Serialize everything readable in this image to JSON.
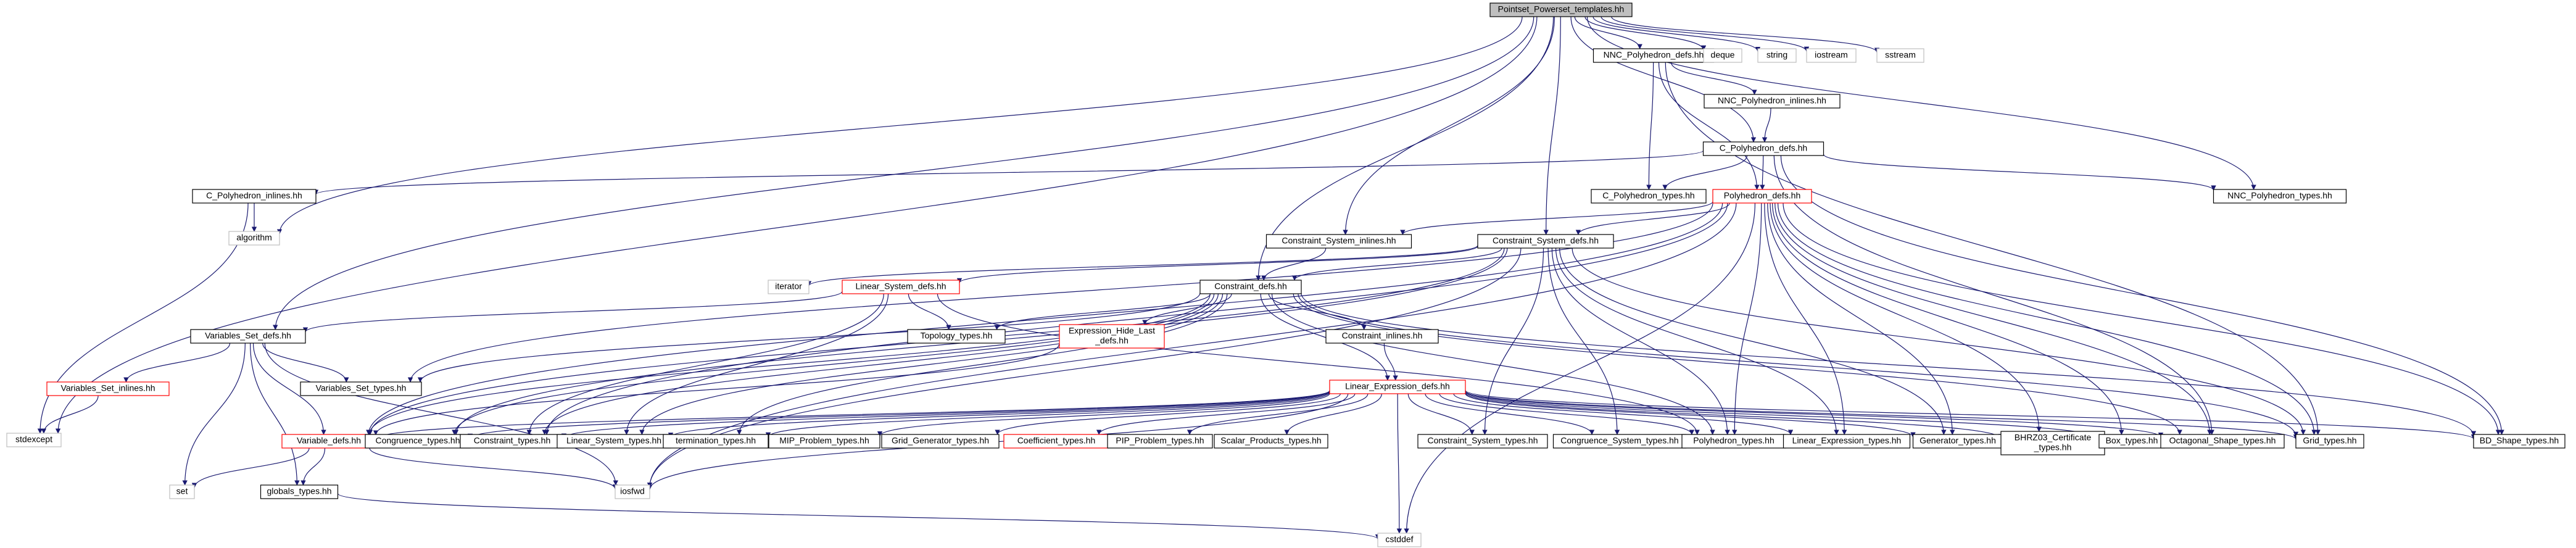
{
  "graph": {
    "nodes": [
      {
        "id": "root",
        "label": "Pointset_Powerset_templates.hh",
        "style": "root"
      },
      {
        "id": "nnc_poly_defs",
        "label": "NNC_Polyhedron_defs.hh",
        "style": "black"
      },
      {
        "id": "deque",
        "label": "deque",
        "style": "grey"
      },
      {
        "id": "string",
        "label": "string",
        "style": "grey"
      },
      {
        "id": "iostream",
        "label": "iostream",
        "style": "grey"
      },
      {
        "id": "sstream",
        "label": "sstream",
        "style": "grey"
      },
      {
        "id": "nnc_poly_inlines",
        "label": "NNC_Polyhedron_inlines.hh",
        "style": "black"
      },
      {
        "id": "c_poly_defs",
        "label": "C_Polyhedron_defs.hh",
        "style": "black"
      },
      {
        "id": "c_poly_inlines",
        "label": "C_Polyhedron_inlines.hh",
        "style": "black"
      },
      {
        "id": "algorithm",
        "label": "algorithm",
        "style": "grey"
      },
      {
        "id": "c_poly_types",
        "label": "C_Polyhedron_types.hh",
        "style": "black"
      },
      {
        "id": "poly_defs",
        "label": "Polyhedron_defs.hh",
        "style": "red"
      },
      {
        "id": "nnc_poly_types",
        "label": "NNC_Polyhedron_types.hh",
        "style": "black"
      },
      {
        "id": "cs_inlines",
        "label": "Constraint_System_inlines.hh",
        "style": "black"
      },
      {
        "id": "cs_defs",
        "label": "Constraint_System_defs.hh",
        "style": "black"
      },
      {
        "id": "iterator",
        "label": "iterator",
        "style": "grey"
      },
      {
        "id": "ls_defs",
        "label": "Linear_System_defs.hh",
        "style": "red"
      },
      {
        "id": "constraint_defs",
        "label": "Constraint_defs.hh",
        "style": "black"
      },
      {
        "id": "vs_defs",
        "label": "Variables_Set_defs.hh",
        "style": "black"
      },
      {
        "id": "topology_types",
        "label": "Topology_types.hh",
        "style": "black"
      },
      {
        "id": "expr_hide_last",
        "label": "Expression_Hide_Last\n_defs.hh",
        "style": "red"
      },
      {
        "id": "constraint_inlines",
        "label": "Constraint_inlines.hh",
        "style": "black"
      },
      {
        "id": "vs_inlines",
        "label": "Variables_Set_inlines.hh",
        "style": "red"
      },
      {
        "id": "vs_types",
        "label": "Variables_Set_types.hh",
        "style": "black"
      },
      {
        "id": "le_defs",
        "label": "Linear_Expression_defs.hh",
        "style": "red"
      },
      {
        "id": "stdexcept",
        "label": "stdexcept",
        "style": "grey"
      },
      {
        "id": "variable_defs",
        "label": "Variable_defs.hh",
        "style": "red"
      },
      {
        "id": "congruence_types",
        "label": "Congruence_types.hh",
        "style": "black"
      },
      {
        "id": "constraint_types",
        "label": "Constraint_types.hh",
        "style": "black"
      },
      {
        "id": "ls_types",
        "label": "Linear_System_types.hh",
        "style": "black"
      },
      {
        "id": "termination_types",
        "label": "termination_types.hh",
        "style": "black"
      },
      {
        "id": "mip_types",
        "label": "MIP_Problem_types.hh",
        "style": "black"
      },
      {
        "id": "gridgen_types",
        "label": "Grid_Generator_types.hh",
        "style": "black"
      },
      {
        "id": "coeff_types",
        "label": "Coefficient_types.hh",
        "style": "red"
      },
      {
        "id": "pip_types",
        "label": "PIP_Problem_types.hh",
        "style": "black"
      },
      {
        "id": "sp_types",
        "label": "Scalar_Products_types.hh",
        "style": "black"
      },
      {
        "id": "cs_types",
        "label": "Constraint_System_types.hh",
        "style": "black"
      },
      {
        "id": "cgs_types",
        "label": "Congruence_System_types.hh",
        "style": "black"
      },
      {
        "id": "poly_types",
        "label": "Polyhedron_types.hh",
        "style": "black"
      },
      {
        "id": "le_types",
        "label": "Linear_Expression_types.hh",
        "style": "black"
      },
      {
        "id": "gen_types",
        "label": "Generator_types.hh",
        "style": "black"
      },
      {
        "id": "bhrz03",
        "label": "BHRZ03_Certificate\n_types.hh",
        "style": "black"
      },
      {
        "id": "box_types",
        "label": "Box_types.hh",
        "style": "black"
      },
      {
        "id": "oct_types",
        "label": "Octagonal_Shape_types.hh",
        "style": "black"
      },
      {
        "id": "grid_types",
        "label": "Grid_types.hh",
        "style": "black"
      },
      {
        "id": "bd_types",
        "label": "BD_Shape_types.hh",
        "style": "black"
      },
      {
        "id": "set",
        "label": "set",
        "style": "grey"
      },
      {
        "id": "globals_types",
        "label": "globals_types.hh",
        "style": "black"
      },
      {
        "id": "iosfwd",
        "label": "iosfwd",
        "style": "grey"
      },
      {
        "id": "cstddef",
        "label": "cstddef",
        "style": "grey"
      }
    ],
    "edges": [
      [
        "root",
        "nnc_poly_defs"
      ],
      [
        "root",
        "deque"
      ],
      [
        "root",
        "string"
      ],
      [
        "root",
        "iostream"
      ],
      [
        "root",
        "sstream"
      ],
      [
        "root",
        "algorithm"
      ],
      [
        "root",
        "stdexcept"
      ],
      [
        "root",
        "vs_defs"
      ],
      [
        "root",
        "cs_inlines"
      ],
      [
        "root",
        "constraint_defs"
      ],
      [
        "root",
        "cs_defs"
      ],
      [
        "root",
        "c_poly_defs"
      ],
      [
        "root",
        "nnc_poly_types"
      ],
      [
        "nnc_poly_defs",
        "nnc_poly_inlines"
      ],
      [
        "nnc_poly_defs",
        "c_poly_types"
      ],
      [
        "nnc_poly_defs",
        "poly_defs"
      ],
      [
        "nnc_poly_defs",
        "grid_types"
      ],
      [
        "nnc_poly_inlines",
        "c_poly_defs"
      ],
      [
        "c_poly_defs",
        "c_poly_inlines"
      ],
      [
        "c_poly_defs",
        "c_poly_types"
      ],
      [
        "c_poly_defs",
        "poly_defs"
      ],
      [
        "c_poly_defs",
        "nnc_poly_types"
      ],
      [
        "c_poly_defs",
        "oct_types"
      ],
      [
        "c_poly_defs",
        "bd_types"
      ],
      [
        "c_poly_inlines",
        "algorithm"
      ],
      [
        "c_poly_inlines",
        "stdexcept"
      ],
      [
        "poly_defs",
        "cs_inlines"
      ],
      [
        "poly_defs",
        "cs_defs"
      ],
      [
        "poly_defs",
        "vs_types"
      ],
      [
        "poly_defs",
        "variable_defs"
      ],
      [
        "poly_defs",
        "constraint_types"
      ],
      [
        "poly_defs",
        "poly_types"
      ],
      [
        "poly_defs",
        "le_types"
      ],
      [
        "poly_defs",
        "gen_types"
      ],
      [
        "poly_defs",
        "bhrz03"
      ],
      [
        "poly_defs",
        "box_types"
      ],
      [
        "poly_defs",
        "oct_types"
      ],
      [
        "poly_defs",
        "grid_types"
      ],
      [
        "poly_defs",
        "bd_types"
      ],
      [
        "poly_defs",
        "iosfwd"
      ],
      [
        "poly_defs",
        "cstddef"
      ],
      [
        "cs_inlines",
        "constraint_defs"
      ],
      [
        "cs_defs",
        "iterator"
      ],
      [
        "cs_defs",
        "ls_defs"
      ],
      [
        "cs_defs",
        "constraint_defs"
      ],
      [
        "cs_defs",
        "cs_types"
      ],
      [
        "cs_defs",
        "cgs_types"
      ],
      [
        "cs_defs",
        "poly_types"
      ],
      [
        "cs_defs",
        "le_types"
      ],
      [
        "cs_defs",
        "gen_types"
      ],
      [
        "cs_defs",
        "grid_types"
      ],
      [
        "cs_defs",
        "iosfwd"
      ],
      [
        "cs_defs",
        "congruence_types"
      ],
      [
        "cs_defs",
        "variable_defs"
      ],
      [
        "ls_defs",
        "topology_types"
      ],
      [
        "ls_defs",
        "vs_defs"
      ],
      [
        "ls_defs",
        "ls_types"
      ],
      [
        "ls_defs",
        "poly_types"
      ],
      [
        "ls_defs",
        "constraint_types"
      ],
      [
        "constraint_defs",
        "topology_types"
      ],
      [
        "constraint_defs",
        "expr_hide_last"
      ],
      [
        "constraint_defs",
        "constraint_inlines"
      ],
      [
        "constraint_defs",
        "le_defs"
      ],
      [
        "constraint_defs",
        "variable_defs"
      ],
      [
        "constraint_defs",
        "congruence_types"
      ],
      [
        "constraint_defs",
        "constraint_types"
      ],
      [
        "constraint_defs",
        "ls_types"
      ],
      [
        "constraint_defs",
        "termination_types"
      ],
      [
        "constraint_defs",
        "vs_types"
      ],
      [
        "constraint_defs",
        "poly_types"
      ],
      [
        "constraint_defs",
        "oct_types"
      ],
      [
        "constraint_defs",
        "grid_types"
      ],
      [
        "constraint_defs",
        "bd_types"
      ],
      [
        "expr_hide_last",
        "variable_defs"
      ],
      [
        "constraint_inlines",
        "le_defs"
      ],
      [
        "vs_defs",
        "vs_inlines"
      ],
      [
        "vs_defs",
        "vs_types"
      ],
      [
        "vs_defs",
        "variable_defs"
      ],
      [
        "vs_defs",
        "set"
      ],
      [
        "vs_defs",
        "globals_types"
      ],
      [
        "vs_defs",
        "iosfwd"
      ],
      [
        "vs_inlines",
        "stdexcept"
      ],
      [
        "le_defs",
        "variable_defs"
      ],
      [
        "le_defs",
        "congruence_types"
      ],
      [
        "le_defs",
        "constraint_types"
      ],
      [
        "le_defs",
        "ls_types"
      ],
      [
        "le_defs",
        "termination_types"
      ],
      [
        "le_defs",
        "mip_types"
      ],
      [
        "le_defs",
        "gridgen_types"
      ],
      [
        "le_defs",
        "coeff_types"
      ],
      [
        "le_defs",
        "pip_types"
      ],
      [
        "le_defs",
        "sp_types"
      ],
      [
        "le_defs",
        "cs_types"
      ],
      [
        "le_defs",
        "cgs_types"
      ],
      [
        "le_defs",
        "poly_types"
      ],
      [
        "le_defs",
        "le_types"
      ],
      [
        "le_defs",
        "gen_types"
      ],
      [
        "le_defs",
        "bhrz03"
      ],
      [
        "le_defs",
        "box_types"
      ],
      [
        "le_defs",
        "oct_types"
      ],
      [
        "le_defs",
        "grid_types"
      ],
      [
        "le_defs",
        "bd_types"
      ],
      [
        "le_defs",
        "cstddef"
      ],
      [
        "le_defs",
        "iosfwd"
      ],
      [
        "variable_defs",
        "set"
      ],
      [
        "variable_defs",
        "globals_types"
      ],
      [
        "variable_defs",
        "iosfwd"
      ],
      [
        "globals_types",
        "cstddef"
      ]
    ]
  }
}
